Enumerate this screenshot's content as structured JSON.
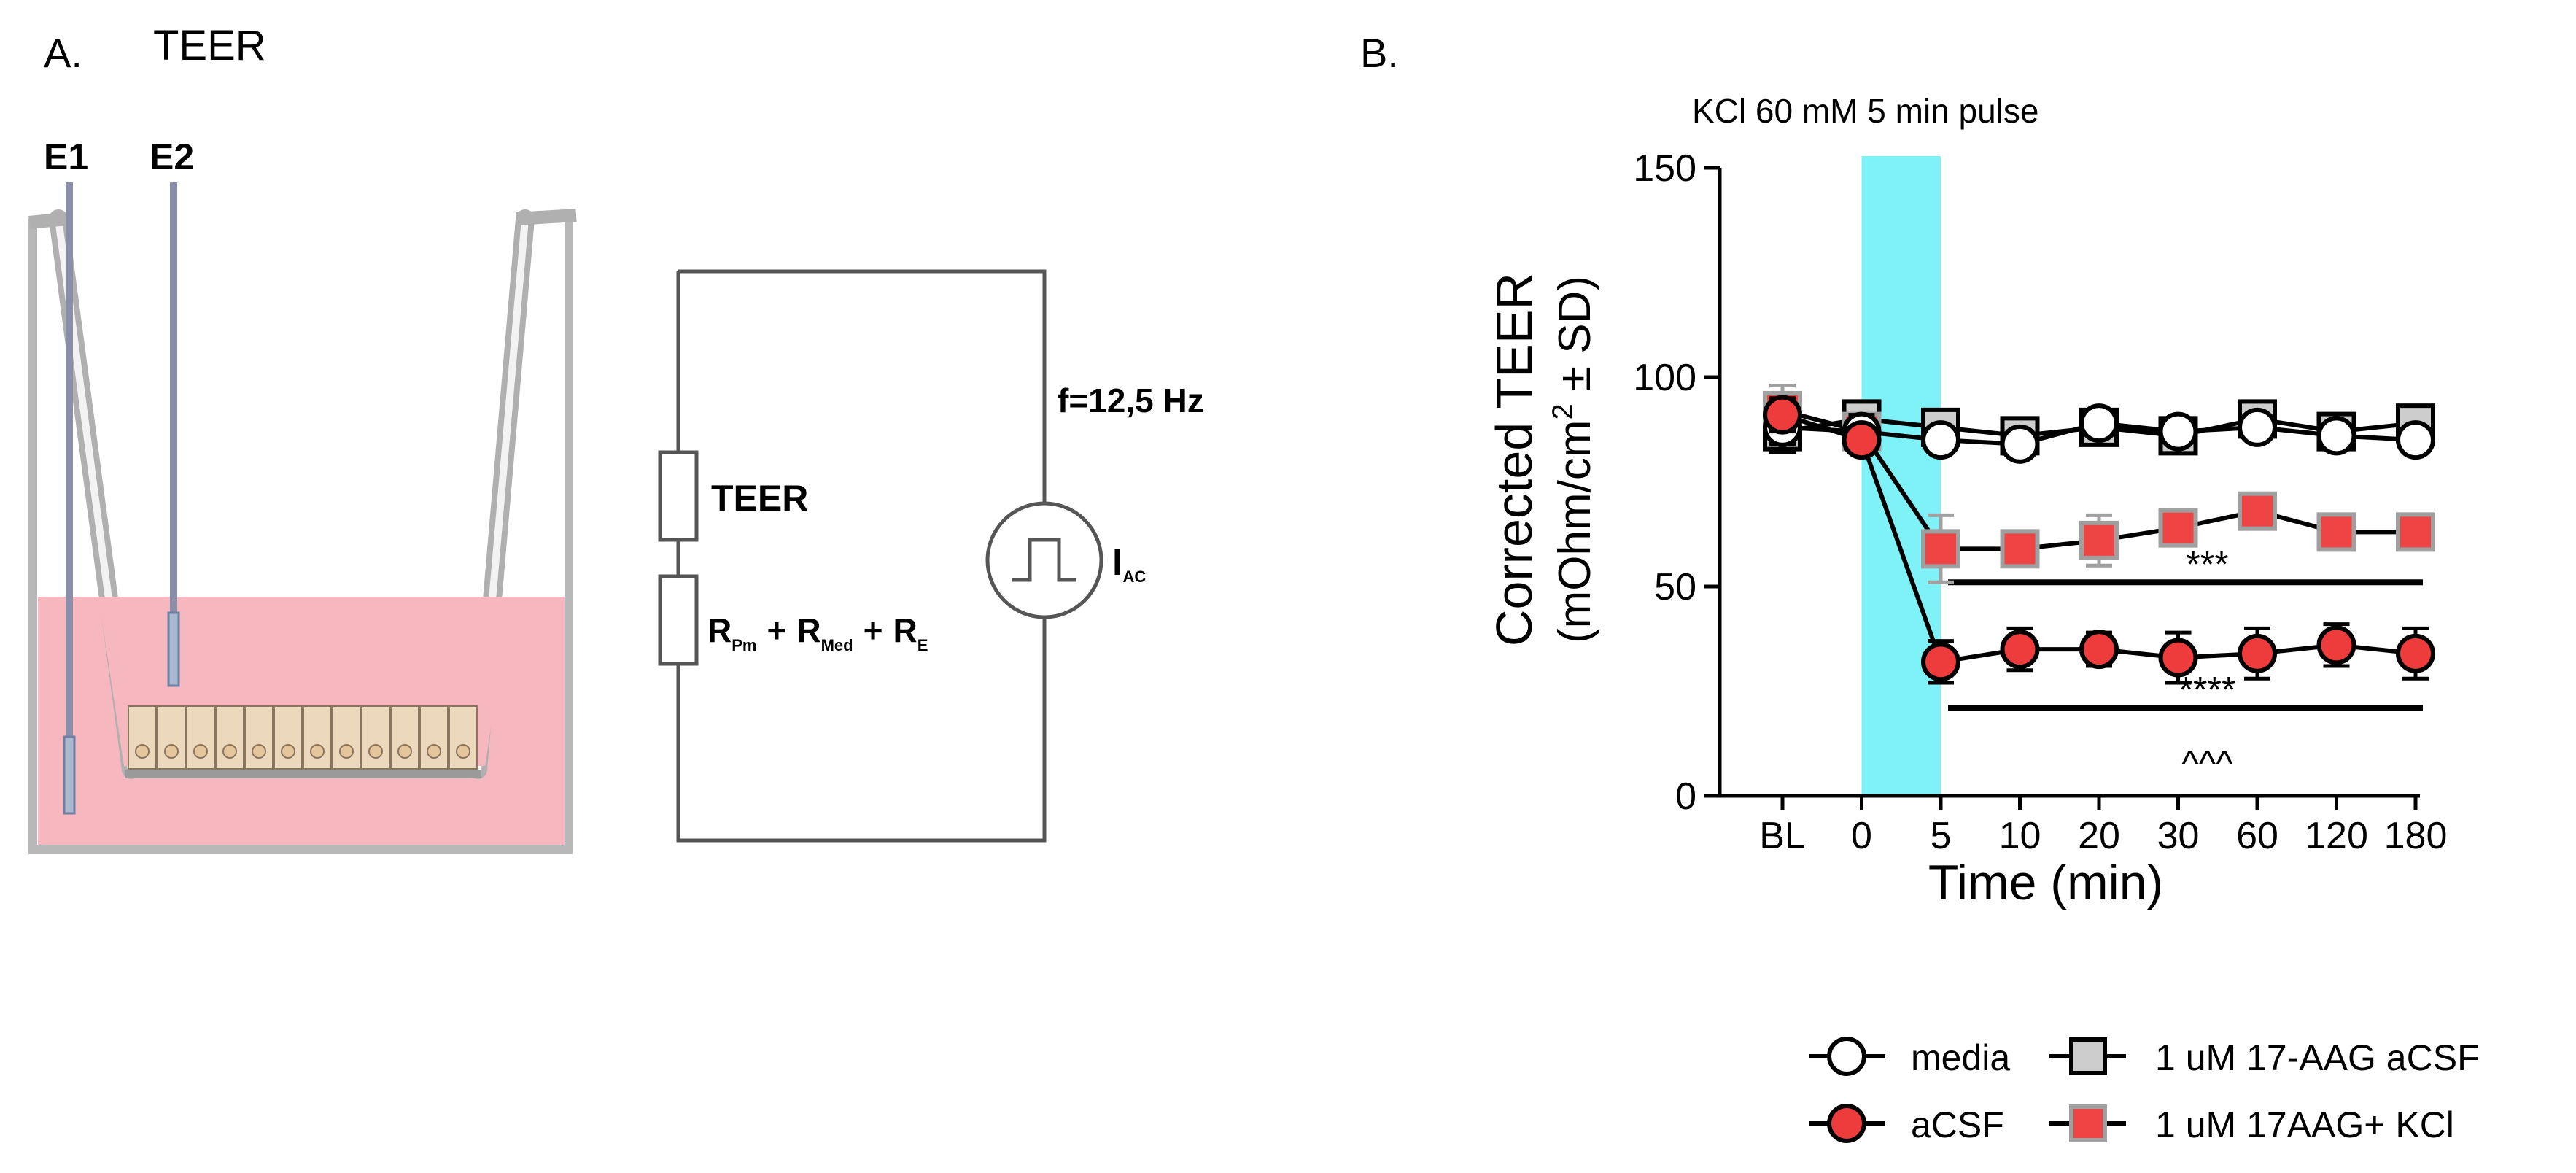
{
  "panel_a": {
    "label": "A.",
    "title": "TEER",
    "electrode_1": "E1",
    "electrode_2": "E2",
    "circuit": {
      "teer": "TEER",
      "resistance_base": "R",
      "resistance_sub1": "Pm",
      "resistance_sub2": "Med",
      "resistance_sub3": "E",
      "plus": "+",
      "frequency": "f=12,5 Hz",
      "current_base": "I",
      "current_sub": "AC"
    },
    "colors": {
      "medium": "#f6b8be",
      "cells": "#ecd8bc",
      "frame": "#b8b8b8"
    }
  },
  "panel_b": {
    "label": "B.",
    "pulse_label": "KCl 60 mM 5 min pulse",
    "ylabel_line1": "Corrected TEER",
    "ylabel_line2_pre": "(mOhm/cm",
    "ylabel_line2_sup": "2",
    "ylabel_line2_post": " ± SD)",
    "xlabel": "Time (min)",
    "sig_1": "***",
    "sig_2": "****",
    "sig_3": "^^^"
  },
  "legend": {
    "media": "media",
    "acsf": "aCSF",
    "aag_acsf": "1 uM 17-AAG aCSF",
    "aag_kcl": "1 uM 17AAG+ KCl"
  },
  "chart_data": {
    "type": "line",
    "title": "KCl 60 mM 5 min pulse",
    "xlabel": "Time (min)",
    "ylabel": "Corrected TEER (mOhm/cm2 ± SD)",
    "categories": [
      "BL",
      "0",
      "5",
      "10",
      "20",
      "30",
      "60",
      "120",
      "180"
    ],
    "ylim": [
      0,
      150
    ],
    "yticks": [
      0,
      50,
      100,
      150
    ],
    "shaded_interval": [
      "0",
      "5"
    ],
    "shade_color": "#7ff2f7",
    "series": [
      {
        "name": "media",
        "marker": "circle",
        "fill": "#ffffff",
        "stroke": "#000000",
        "values": [
          88,
          87,
          85,
          84,
          89,
          87,
          88,
          86,
          85
        ],
        "errors": [
          4,
          4,
          3,
          3,
          3,
          3,
          3,
          3,
          3
        ]
      },
      {
        "name": "aCSF",
        "marker": "circle",
        "fill": "#ee3b3b",
        "stroke": "#000000",
        "values": [
          91,
          85,
          32,
          35,
          35,
          33,
          34,
          36,
          34
        ],
        "errors": [
          4,
          3,
          5,
          5,
          4,
          6,
          6,
          5,
          6
        ]
      },
      {
        "name": "1 uM 17-AAG aCSF",
        "marker": "square",
        "fill": "#cccccc",
        "stroke": "#000000",
        "values": [
          87,
          90,
          88,
          86,
          88,
          86,
          90,
          87,
          89
        ],
        "errors": [
          5,
          4,
          3,
          3,
          3,
          3,
          3,
          3,
          3
        ]
      },
      {
        "name": "1 uM 17AAG+ KCl",
        "marker": "square",
        "fill": "#ee4444",
        "stroke": "#a0a0a0",
        "values": [
          92,
          87,
          59,
          59,
          61,
          64,
          68,
          63,
          63
        ],
        "errors": [
          6,
          4,
          8,
          4,
          6,
          4,
          4,
          4,
          4
        ]
      }
    ],
    "significance": [
      {
        "label": "***",
        "from": "5",
        "to": "180",
        "y": 51
      },
      {
        "label": "****",
        "from": "5",
        "to": "180",
        "y": 21
      },
      {
        "label": "^^^",
        "from": "5",
        "to": "180",
        "y": 11
      }
    ]
  }
}
